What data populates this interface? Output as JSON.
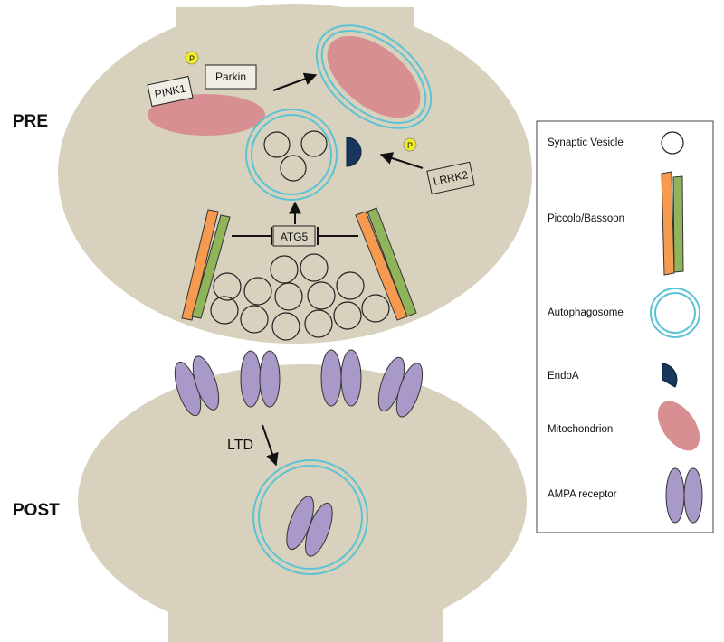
{
  "labels": {
    "pre": "PRE",
    "post": "POST",
    "pink1": "PINK1",
    "parkin": "Parkin",
    "lrrk2": "LRRK2",
    "atg5": "ATG5",
    "ltd": "LTD",
    "phospho": "P"
  },
  "legend": {
    "items": [
      {
        "label": "Synaptic Vesicle",
        "icon": "synaptic-vesicle-icon"
      },
      {
        "label": "Piccolo/Bassoon",
        "icon": "piccolo-bassoon-icon"
      },
      {
        "label": "Autophagosome",
        "icon": "autophagosome-icon"
      },
      {
        "label": "EndoA",
        "icon": "endoa-icon"
      },
      {
        "label": "Mitochondrion",
        "icon": "mitochondrion-icon"
      },
      {
        "label": "AMPA receptor",
        "icon": "ampa-receptor-icon"
      }
    ]
  },
  "colors": {
    "cell": "#d7d1bd",
    "mitochondrion": "#d88f92",
    "autophagosome": "#5bc3d3",
    "endoa": "#16365c",
    "ampa": "#a899c9",
    "piccolo": "#f59a4e",
    "bassoon": "#8fb45a",
    "phospho": "#f2ee24"
  }
}
